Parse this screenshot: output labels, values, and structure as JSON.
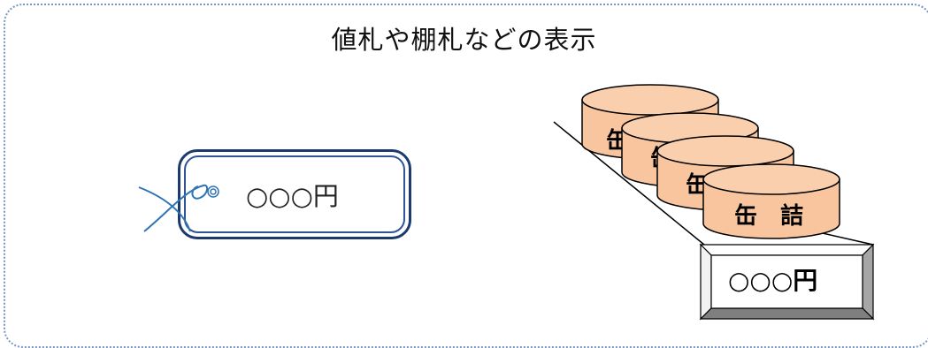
{
  "title": "値札や棚札などの表示",
  "price_tag": {
    "price_label": "○○○円"
  },
  "shelf_display": {
    "can_label_char1": "缶",
    "can_label_char2": "詰",
    "can_label_full": "缶　詰",
    "shelf_price_label": "○○○円"
  },
  "colors": {
    "frame_border": "#7a96c8",
    "tag_border_dark": "#1d3a6e",
    "tag_border_light": "#2f5597",
    "string_blue": "#2e74b5",
    "can_fill": "#f8c59e",
    "can_top_fill": "#f9cfae",
    "plate_fill": "#d9d9d9"
  }
}
